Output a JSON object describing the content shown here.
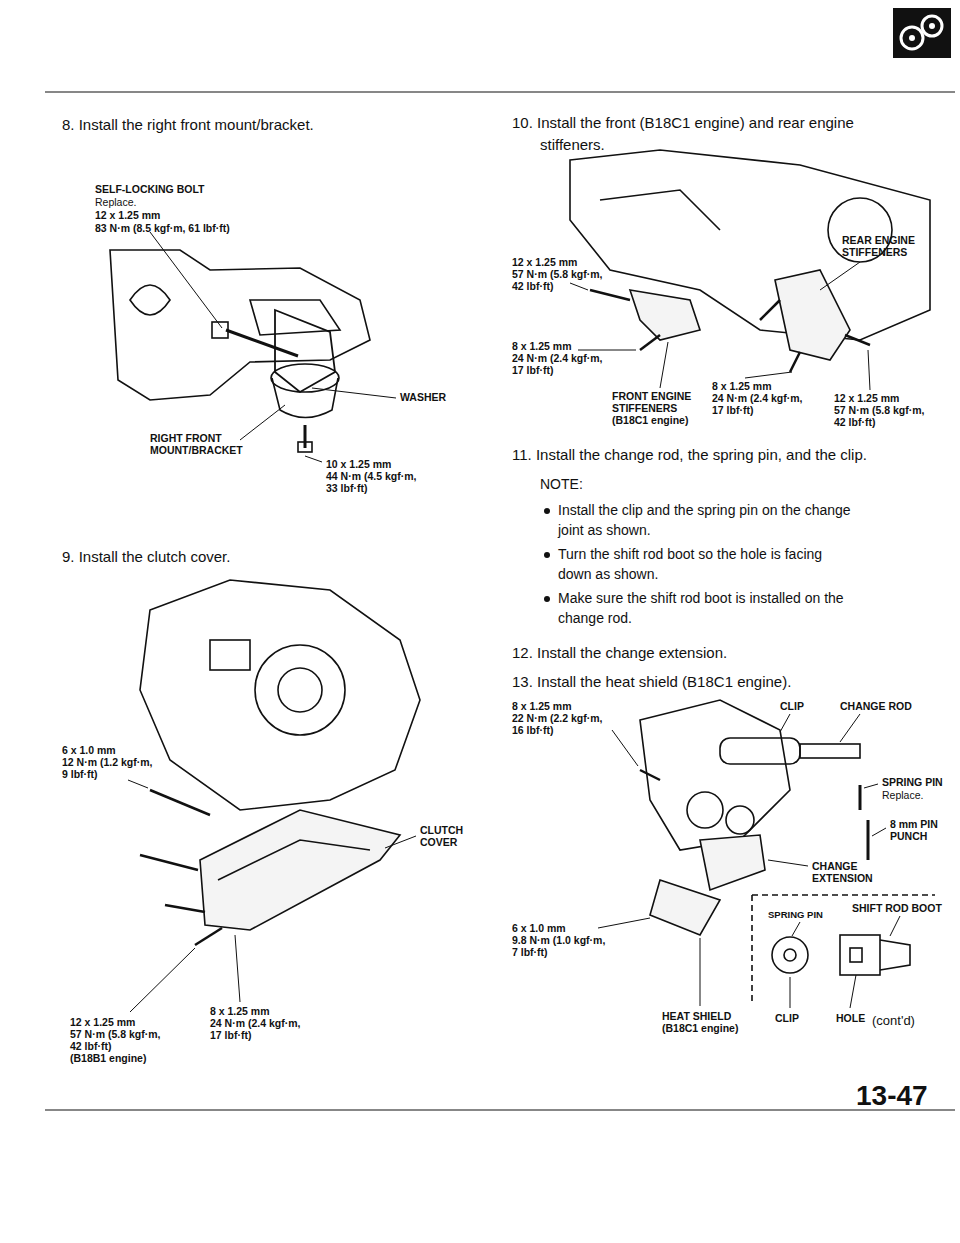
{
  "diagram": {
    "labels": [
      "8. Install the right front mount/bracket.",
      "SELF-LOCKING BOLT",
      "Replace.",
      "12 x 1.25 mm",
      "83 N·m (8.5 kgf·m, 61 lbf·ft)",
      "WASHER",
      "RIGHT FRONT",
      "MOUNT/BRACKET",
      "10 x 1.25 mm",
      "44 N·m (4.5 kgf·m,",
      "33 lbf·ft)",
      "9. Install the clutch cover.",
      "6 x 1.0 mm",
      "12 N·m (1.2 kgf·m,",
      "9 lbf·ft)",
      "CLUTCH",
      "COVER",
      "12 x 1.25 mm",
      "57 N·m (5.8 kgf·m,",
      "42 lbf·ft)",
      "(B18B1 engine)",
      "8 x 1.25 mm",
      "24 N·m (2.4 kgf·m,",
      "17 lbf·ft)",
      "10. Install the front (B18C1 engine) and rear engine",
      "stiffeners.",
      "12 x 1.25 mm",
      "57 N·m (5.8 kgf·m,",
      "42 lbf·ft)",
      "REAR ENGINE",
      "STIFFENERS",
      "8 x 1.25 mm",
      "24 N·m (2.4 kgf·m,",
      "17 lbf·ft)",
      "FRONT ENGINE",
      "STIFFENERS",
      "(B18C1 engine)",
      "8 x 1.25 mm",
      "24 N·m (2.4 kgf·m,",
      "17 lbf·ft)",
      "12 x 1.25 mm",
      "57 N·m (5.8 kgf·m,",
      "42 lbf·ft)",
      "11. Install the change rod, the spring pin, and the clip.",
      "NOTE:",
      "Install the clip and the spring pin on the change",
      "joint as shown.",
      "Turn the shift rod boot so the hole is facing",
      "down as shown.",
      "Make sure the shift rod boot is installed on the",
      "change rod.",
      "12. Install the change extension.",
      "13. Install the heat shield (B18C1 engine).",
      "8 x 1.25 mm",
      "22 N·m (2.2 kgf·m,",
      "16 lbf·ft)",
      "CLIP",
      "CHANGE ROD",
      "SPRING PIN",
      "Replace.",
      "8 mm PIN",
      "PUNCH",
      "CHANGE",
      "EXTENSION",
      "SHIFT ROD BOOT",
      "SPRING PIN",
      "6 x 1.0 mm",
      "9.8 N·m (1.0 kgf·m,",
      "7 lbf·ft)",
      "HEAT SHIELD",
      "(B18C1 engine)",
      "CLIP",
      "HOLE",
      "(cont'd)",
      "13-47"
    ]
  }
}
